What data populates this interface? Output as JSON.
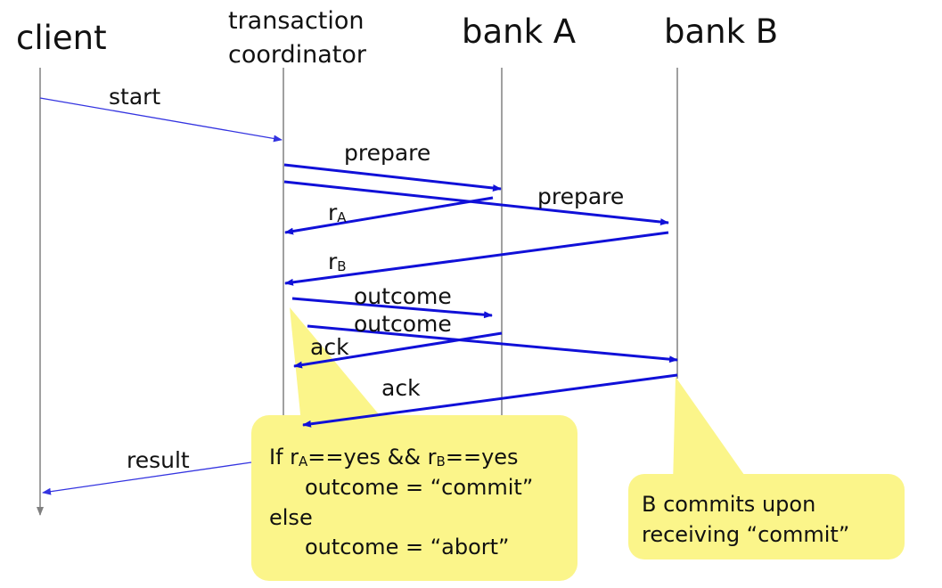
{
  "participants": {
    "client": "client",
    "coordinator_line1": "transaction",
    "coordinator_line2": "coordinator",
    "bank_a": "bank A",
    "bank_b": "bank B"
  },
  "messages": {
    "start": "start",
    "prepare_a": "prepare",
    "prepare_b": "prepare",
    "r_a_base": "r",
    "r_a_sub": "A",
    "r_b_base": "r",
    "r_b_sub": "B",
    "outcome_a": "outcome",
    "outcome_b": "outcome",
    "ack_a": "ack",
    "ack_b": "ack",
    "result": "result"
  },
  "notes": {
    "coordinator": {
      "line1_if": "If r",
      "line1_sub_a": "A",
      "line1_mid": "==yes && r",
      "line1_sub_b": "B",
      "line1_end": "==yes",
      "line2": "outcome = “commit”",
      "line3": "else",
      "line4": "outcome = “abort”"
    },
    "bank_b": {
      "line1": "B commits upon",
      "line2": "receiving “commit”"
    }
  },
  "colors": {
    "message_arrow": "#1010d8",
    "client_arrow": "#3434e0",
    "lifeline": "#808080",
    "note_fill": "#fbf58a",
    "note_stroke": "#d8d060"
  }
}
